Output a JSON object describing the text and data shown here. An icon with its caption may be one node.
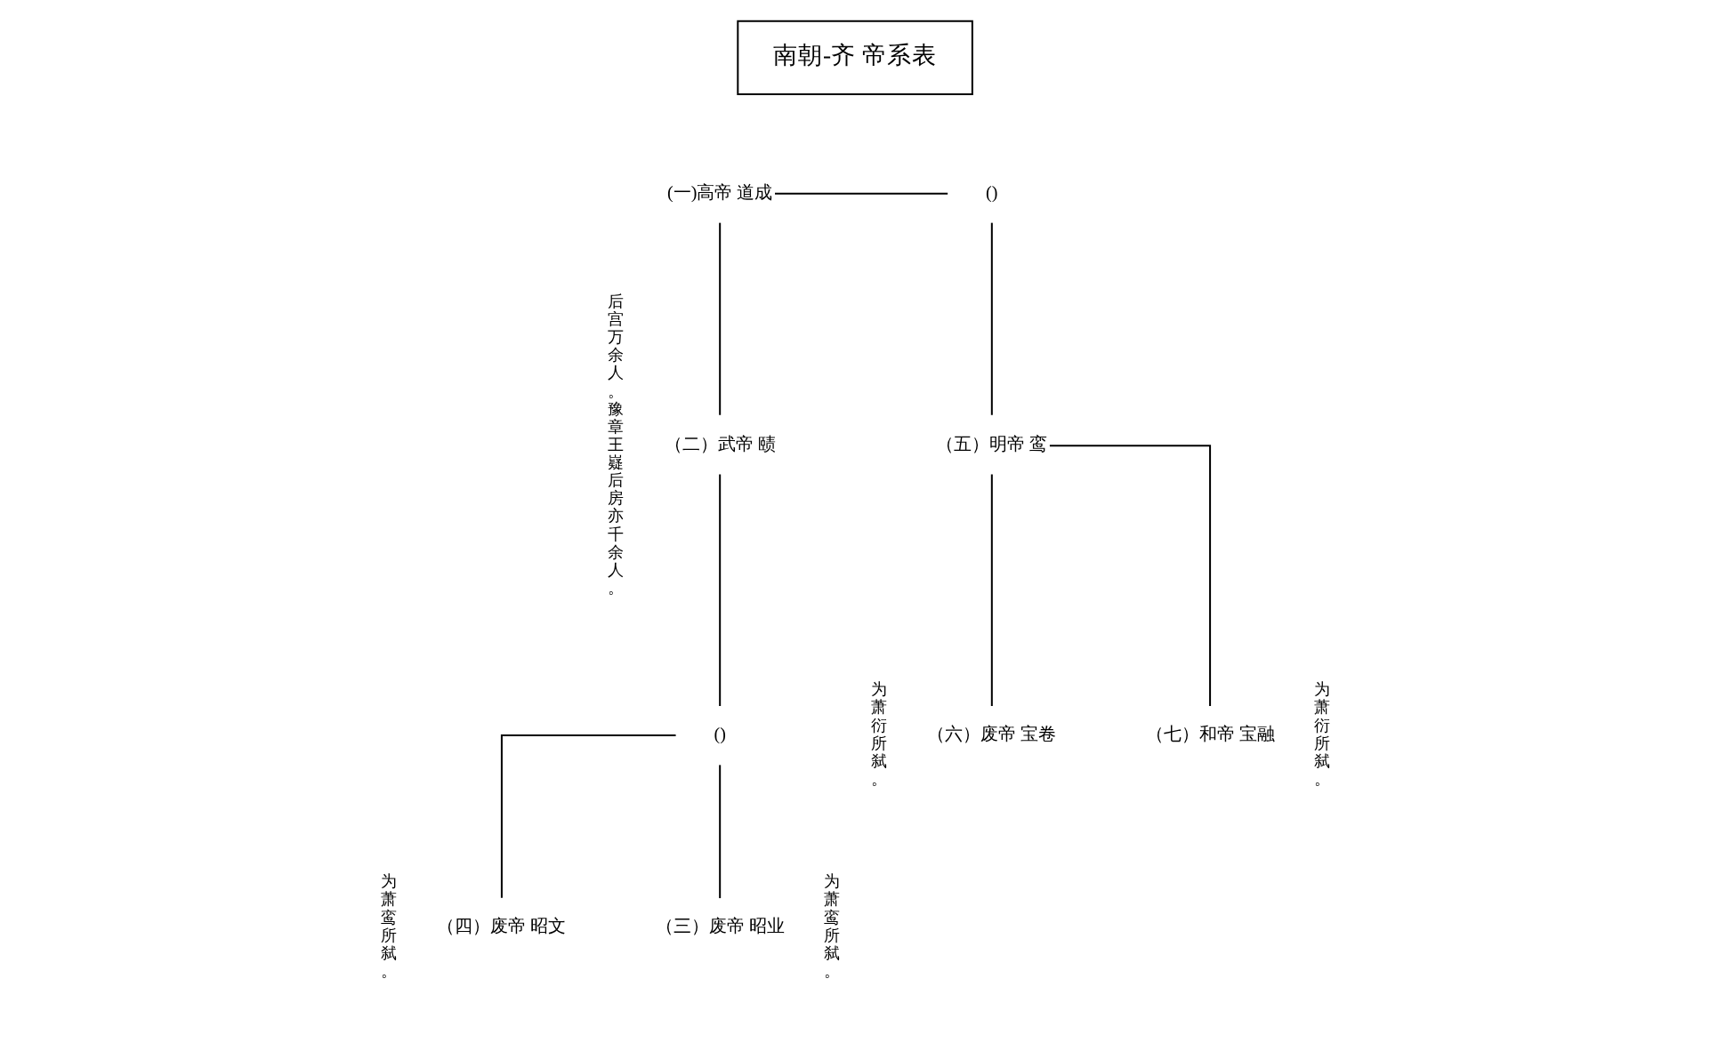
{
  "diagram": {
    "nodes": [
      {
        "text": [
          "南朝-齐 帝系表"
        ]
      },
      {
        "text": [
          "(一)高帝 道成"
        ]
      },
      {
        "text": [
          "()"
        ]
      },
      {
        "text": [
          "（二）武帝 赜"
        ],
        "beside": [
          "后宫万余人。豫章王嶷后房亦千余人。"
        ]
      },
      {
        "text": [
          "（五）明帝 鸾"
        ]
      },
      {
        "text": [
          "()"
        ]
      },
      {
        "text": [
          "（六）废帝 宝卷"
        ],
        "beside": [
          "为萧衍所弑。"
        ]
      },
      {
        "text": [
          "（七）和帝 宝融"
        ],
        "beside": [
          "为萧衍所弑。"
        ]
      },
      {
        "text": [
          "（四）废帝 昭文"
        ],
        "beside": [
          "为萧鸾所弑。"
        ]
      },
      {
        "text": [
          "（三）废帝 昭业"
        ],
        "beside": [
          "为萧鸾所弑。"
        ]
      }
    ],
    "edges": [
      {
        "from": 1,
        "to": 2,
        "arrow": "none"
      },
      {
        "from": 1,
        "to": 3,
        "arrow": "none"
      },
      {
        "from": 2,
        "to": 4,
        "arrow": "none"
      },
      {
        "from": 3,
        "to": 5,
        "arrow": "none"
      },
      {
        "from": 4,
        "to": 6,
        "arrow": "none"
      },
      {
        "from": 4,
        "to": 7,
        "arrow": "none"
      },
      {
        "from": 5,
        "to": 8,
        "arrow": "none"
      },
      {
        "from": 5,
        "to": 9,
        "arrow": "none"
      }
    ]
  }
}
